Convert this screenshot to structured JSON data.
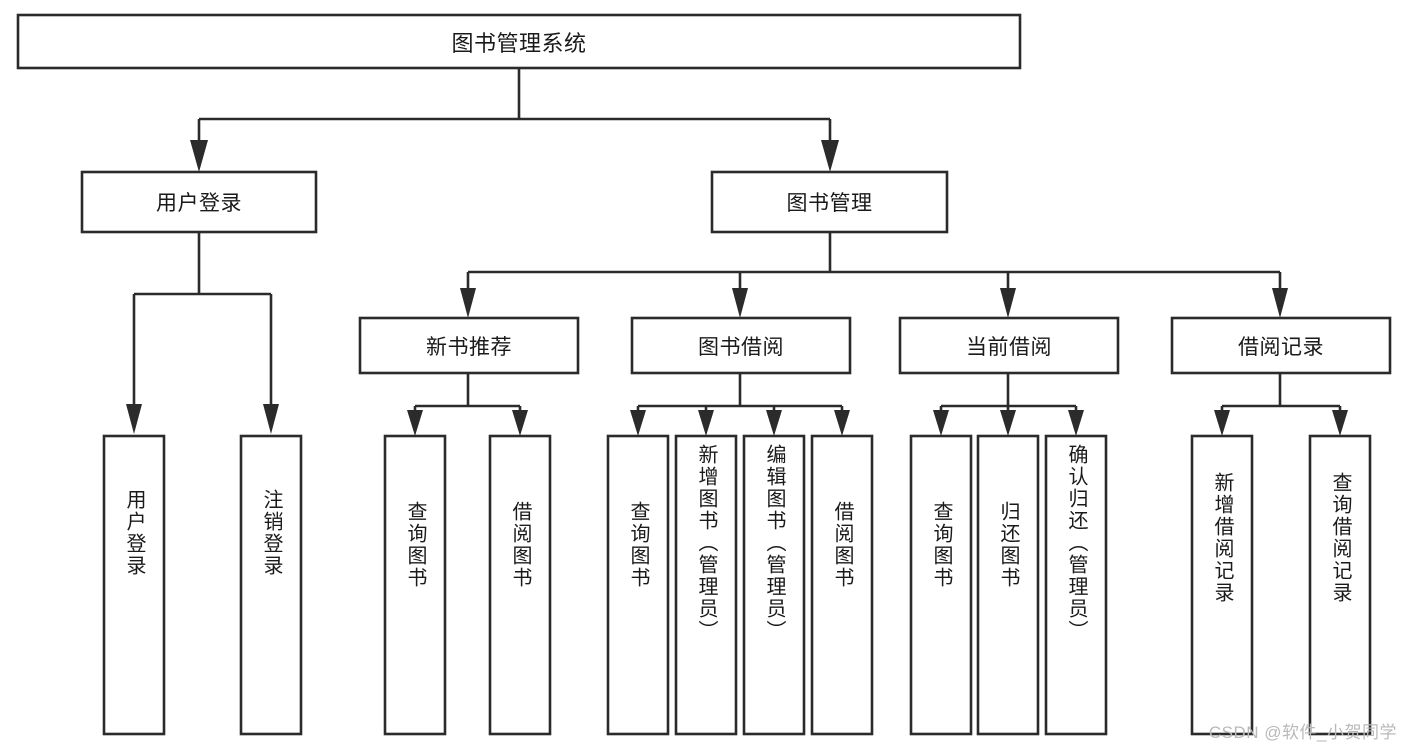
{
  "diagram": {
    "title": "图书管理系统",
    "type": "tree-hierarchy",
    "root": {
      "id": "root",
      "label": "图书管理系统"
    },
    "level1": [
      {
        "id": "user-login",
        "label": "用户登录"
      },
      {
        "id": "book-management",
        "label": "图书管理"
      }
    ],
    "level2": [
      {
        "id": "new-book-recommend",
        "label": "新书推荐",
        "parent": "book-management"
      },
      {
        "id": "book-borrow",
        "label": "图书借阅",
        "parent": "book-management"
      },
      {
        "id": "current-borrow",
        "label": "当前借阅",
        "parent": "book-management"
      },
      {
        "id": "borrow-record",
        "label": "借阅记录",
        "parent": "book-management"
      }
    ],
    "leaves": {
      "user_login": [
        {
          "id": "leaf-user-login",
          "label": "用户登录"
        },
        {
          "id": "leaf-logout-login",
          "label": "注销登录"
        }
      ],
      "new_book_recommend": [
        {
          "id": "leaf-query-book-1",
          "label": "查询图书"
        },
        {
          "id": "leaf-borrow-book-1",
          "label": "借阅图书"
        }
      ],
      "book_borrow": [
        {
          "id": "leaf-query-book-2",
          "label": "查询图书"
        },
        {
          "id": "leaf-add-book",
          "label": "新增图书（管理员）"
        },
        {
          "id": "leaf-edit-book",
          "label": "编辑图书（管理员）"
        },
        {
          "id": "leaf-borrow-book-2",
          "label": "借阅图书"
        }
      ],
      "current_borrow": [
        {
          "id": "leaf-query-book-3",
          "label": "查询图书"
        },
        {
          "id": "leaf-return-book",
          "label": "归还图书"
        },
        {
          "id": "leaf-confirm-return",
          "label": "确认归还（管理员）"
        }
      ],
      "borrow_record": [
        {
          "id": "leaf-add-record",
          "label": "新增借阅记录"
        },
        {
          "id": "leaf-query-record",
          "label": "查询借阅记录"
        }
      ]
    },
    "colors": {
      "stroke": "#2b2b2b",
      "fill": "#ffffff",
      "text": "#1a1a1a",
      "watermark": "#b9b9b9"
    }
  },
  "watermark": {
    "text": "CSDN @软件_小贺同学"
  }
}
